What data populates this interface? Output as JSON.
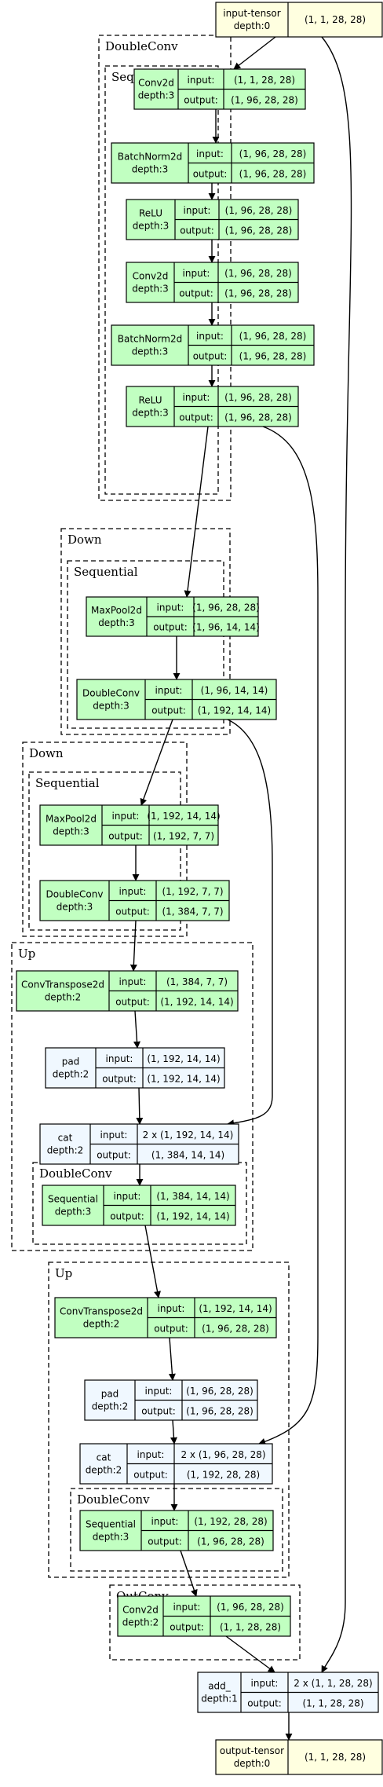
{
  "colors": {
    "tensor": "#ffffe0",
    "module": "#c1ffc1",
    "function": "#f0f8ff",
    "border": "#000000"
  },
  "labels": {
    "input": "input:",
    "output": "output:"
  },
  "clusters": [
    {
      "id": "c_dc1",
      "label": "DoubleConv"
    },
    {
      "id": "c_seq1",
      "label": "Sequential"
    },
    {
      "id": "c_down1",
      "label": "Down"
    },
    {
      "id": "c_seq2",
      "label": "Sequential"
    },
    {
      "id": "c_down2",
      "label": "Down"
    },
    {
      "id": "c_seq3",
      "label": "Sequential"
    },
    {
      "id": "c_up1",
      "label": "Up"
    },
    {
      "id": "c_dc2",
      "label": "DoubleConv"
    },
    {
      "id": "c_up2",
      "label": "Up"
    },
    {
      "id": "c_dc3",
      "label": "DoubleConv"
    },
    {
      "id": "c_out",
      "label": "OutConv"
    }
  ],
  "nodes": [
    {
      "id": "in",
      "kind": "tensor",
      "name": "input-tensor",
      "depth": "depth:0",
      "value": "(1, 1, 28, 28)"
    },
    {
      "id": "conv1",
      "kind": "module",
      "name": "Conv2d",
      "depth": "depth:3",
      "input": "(1, 1, 28, 28)",
      "output": "(1, 96, 28, 28)"
    },
    {
      "id": "bn1",
      "kind": "module",
      "name": "BatchNorm2d",
      "depth": "depth:3",
      "input": "(1, 96, 28, 28)",
      "output": "(1, 96, 28, 28)"
    },
    {
      "id": "relu1",
      "kind": "module",
      "name": "ReLU",
      "depth": "depth:3",
      "input": "(1, 96, 28, 28)",
      "output": "(1, 96, 28, 28)"
    },
    {
      "id": "conv2",
      "kind": "module",
      "name": "Conv2d",
      "depth": "depth:3",
      "input": "(1, 96, 28, 28)",
      "output": "(1, 96, 28, 28)"
    },
    {
      "id": "bn2",
      "kind": "module",
      "name": "BatchNorm2d",
      "depth": "depth:3",
      "input": "(1, 96, 28, 28)",
      "output": "(1, 96, 28, 28)"
    },
    {
      "id": "relu2",
      "kind": "module",
      "name": "ReLU",
      "depth": "depth:3",
      "input": "(1, 96, 28, 28)",
      "output": "(1, 96, 28, 28)"
    },
    {
      "id": "mp1",
      "kind": "module",
      "name": "MaxPool2d",
      "depth": "depth:3",
      "input": "(1, 96, 28, 28)",
      "output": "(1, 96, 14, 14)"
    },
    {
      "id": "dc1",
      "kind": "module",
      "name": "DoubleConv",
      "depth": "depth:3",
      "input": "(1, 96, 14, 14)",
      "output": "(1, 192, 14, 14)"
    },
    {
      "id": "mp2",
      "kind": "module",
      "name": "MaxPool2d",
      "depth": "depth:3",
      "input": "(1, 192, 14, 14)",
      "output": "(1, 192, 7, 7)"
    },
    {
      "id": "dc2",
      "kind": "module",
      "name": "DoubleConv",
      "depth": "depth:3",
      "input": "(1, 192, 7, 7)",
      "output": "(1, 384, 7, 7)"
    },
    {
      "id": "ct1",
      "kind": "module",
      "name": "ConvTranspose2d",
      "depth": "depth:2",
      "input": "(1, 384, 7, 7)",
      "output": "(1, 192, 14, 14)"
    },
    {
      "id": "pad1",
      "kind": "function",
      "name": "pad",
      "depth": "depth:2",
      "input": "(1, 192, 14, 14)",
      "output": "(1, 192, 14, 14)"
    },
    {
      "id": "cat1",
      "kind": "function",
      "name": "cat",
      "depth": "depth:2",
      "input": "2 x (1, 192, 14, 14)",
      "output": "(1, 384, 14, 14)"
    },
    {
      "id": "seq1",
      "kind": "module",
      "name": "Sequential",
      "depth": "depth:3",
      "input": "(1, 384, 14, 14)",
      "output": "(1, 192, 14, 14)"
    },
    {
      "id": "ct2",
      "kind": "module",
      "name": "ConvTranspose2d",
      "depth": "depth:2",
      "input": "(1, 192, 14, 14)",
      "output": "(1, 96, 28, 28)"
    },
    {
      "id": "pad2",
      "kind": "function",
      "name": "pad",
      "depth": "depth:2",
      "input": "(1, 96, 28, 28)",
      "output": "(1, 96, 28, 28)"
    },
    {
      "id": "cat2",
      "kind": "function",
      "name": "cat",
      "depth": "depth:2",
      "input": "2 x (1, 96, 28, 28)",
      "output": "(1, 192, 28, 28)"
    },
    {
      "id": "seq2",
      "kind": "module",
      "name": "Sequential",
      "depth": "depth:3",
      "input": "(1, 192, 28, 28)",
      "output": "(1, 96, 28, 28)"
    },
    {
      "id": "conv3",
      "kind": "module",
      "name": "Conv2d",
      "depth": "depth:2",
      "input": "(1, 96, 28, 28)",
      "output": "(1, 1, 28, 28)"
    },
    {
      "id": "add",
      "kind": "function",
      "name": "add_",
      "depth": "depth:1",
      "input": "2 x (1, 1, 28, 28)",
      "output": "(1, 1, 28, 28)"
    },
    {
      "id": "out",
      "kind": "tensor",
      "name": "output-tensor",
      "depth": "depth:0",
      "value": "(1, 1, 28, 28)"
    }
  ],
  "edges": [
    {
      "from": "in",
      "to": "conv1"
    },
    {
      "from": "in",
      "to": "add"
    },
    {
      "from": "conv1",
      "to": "bn1"
    },
    {
      "from": "bn1",
      "to": "relu1"
    },
    {
      "from": "relu1",
      "to": "conv2"
    },
    {
      "from": "conv2",
      "to": "bn2"
    },
    {
      "from": "bn2",
      "to": "relu2"
    },
    {
      "from": "relu2",
      "to": "mp1"
    },
    {
      "from": "relu2",
      "to": "cat2"
    },
    {
      "from": "mp1",
      "to": "dc1"
    },
    {
      "from": "dc1",
      "to": "mp2"
    },
    {
      "from": "dc1",
      "to": "cat1"
    },
    {
      "from": "mp2",
      "to": "dc2"
    },
    {
      "from": "dc2",
      "to": "ct1"
    },
    {
      "from": "ct1",
      "to": "pad1"
    },
    {
      "from": "pad1",
      "to": "cat1"
    },
    {
      "from": "cat1",
      "to": "seq1"
    },
    {
      "from": "seq1",
      "to": "ct2"
    },
    {
      "from": "ct2",
      "to": "pad2"
    },
    {
      "from": "pad2",
      "to": "cat2"
    },
    {
      "from": "cat2",
      "to": "seq2"
    },
    {
      "from": "seq2",
      "to": "conv3"
    },
    {
      "from": "conv3",
      "to": "add"
    },
    {
      "from": "add",
      "to": "out"
    }
  ]
}
